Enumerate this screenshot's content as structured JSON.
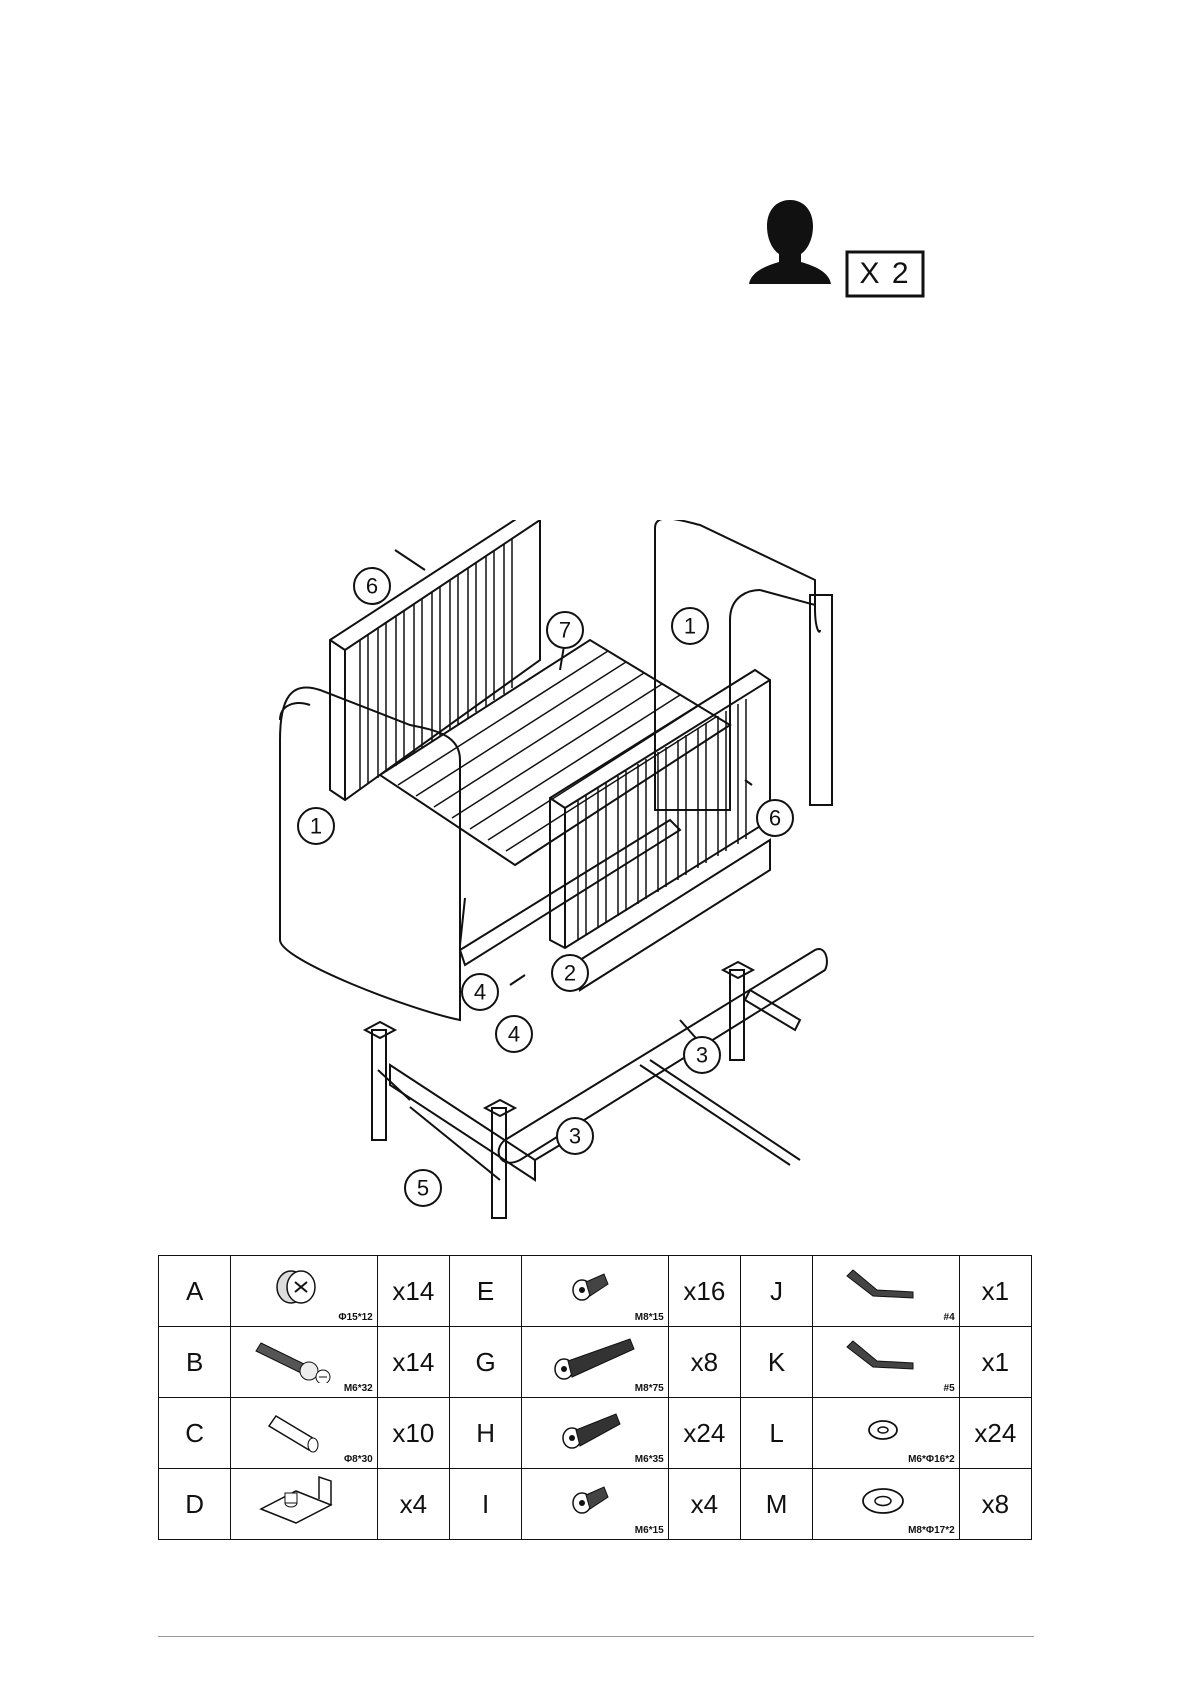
{
  "persons": {
    "label": "X 2"
  },
  "diagram": {
    "callouts": [
      "1",
      "1",
      "2",
      "3",
      "3",
      "4",
      "4",
      "5",
      "6",
      "6",
      "7"
    ]
  },
  "hardware": [
    [
      {
        "letter": "A",
        "spec": "Φ15*12",
        "qty": "x14",
        "icon": "cam-lock-icon"
      },
      {
        "letter": "E",
        "spec": "M8*15",
        "qty": "x16",
        "icon": "short-bolt-icon"
      },
      {
        "letter": "J",
        "spec": "#4",
        "qty": "x1",
        "icon": "allen-key-icon"
      }
    ],
    [
      {
        "letter": "B",
        "spec": "M6*32",
        "qty": "x14",
        "icon": "cam-bolt-icon"
      },
      {
        "letter": "G",
        "spec": "M8*75",
        "qty": "x8",
        "icon": "long-bolt-icon"
      },
      {
        "letter": "K",
        "spec": "#5",
        "qty": "x1",
        "icon": "allen-key-icon"
      }
    ],
    [
      {
        "letter": "C",
        "spec": "Φ8*30",
        "qty": "x10",
        "icon": "dowel-icon"
      },
      {
        "letter": "H",
        "spec": "M6*35",
        "qty": "x24",
        "icon": "medium-bolt-icon"
      },
      {
        "letter": "L",
        "spec": "M6*Φ16*2",
        "qty": "x24",
        "icon": "washer-icon"
      }
    ],
    [
      {
        "letter": "D",
        "spec": "",
        "qty": "x4",
        "icon": "bracket-icon"
      },
      {
        "letter": "I",
        "spec": "M6*15",
        "qty": "x4",
        "icon": "short-bolt-icon"
      },
      {
        "letter": "M",
        "spec": "M8*Φ17*2",
        "qty": "x8",
        "icon": "large-washer-icon"
      }
    ]
  ]
}
